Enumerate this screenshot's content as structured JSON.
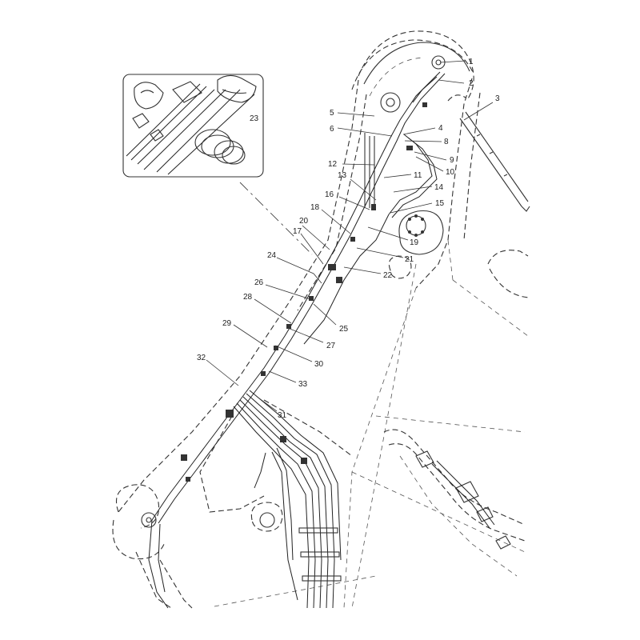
{
  "callouts": [
    {
      "id": "c1",
      "label": "1"
    },
    {
      "id": "c2",
      "label": "2"
    },
    {
      "id": "c3",
      "label": "3"
    },
    {
      "id": "c4",
      "label": "4"
    },
    {
      "id": "c5",
      "label": "5"
    },
    {
      "id": "c6",
      "label": "6"
    },
    {
      "id": "c8",
      "label": "8"
    },
    {
      "id": "c9",
      "label": "9"
    },
    {
      "id": "c10",
      "label": "10"
    },
    {
      "id": "c11",
      "label": "11"
    },
    {
      "id": "c12",
      "label": "12"
    },
    {
      "id": "c13",
      "label": "13"
    },
    {
      "id": "c14",
      "label": "14"
    },
    {
      "id": "c15",
      "label": "15"
    },
    {
      "id": "c16",
      "label": "16"
    },
    {
      "id": "c17",
      "label": "17"
    },
    {
      "id": "c18",
      "label": "18"
    },
    {
      "id": "c19",
      "label": "19"
    },
    {
      "id": "c20",
      "label": "20"
    },
    {
      "id": "c21",
      "label": "21"
    },
    {
      "id": "c22",
      "label": "22"
    },
    {
      "id": "c23",
      "label": "23"
    },
    {
      "id": "c24",
      "label": "24"
    },
    {
      "id": "c25",
      "label": "25"
    },
    {
      "id": "c26",
      "label": "26"
    },
    {
      "id": "c27",
      "label": "27"
    },
    {
      "id": "c28",
      "label": "28"
    },
    {
      "id": "c29",
      "label": "29"
    },
    {
      "id": "c30",
      "label": "30"
    },
    {
      "id": "c31",
      "label": "31"
    },
    {
      "id": "c32",
      "label": "32"
    },
    {
      "id": "c33",
      "label": "33"
    }
  ]
}
